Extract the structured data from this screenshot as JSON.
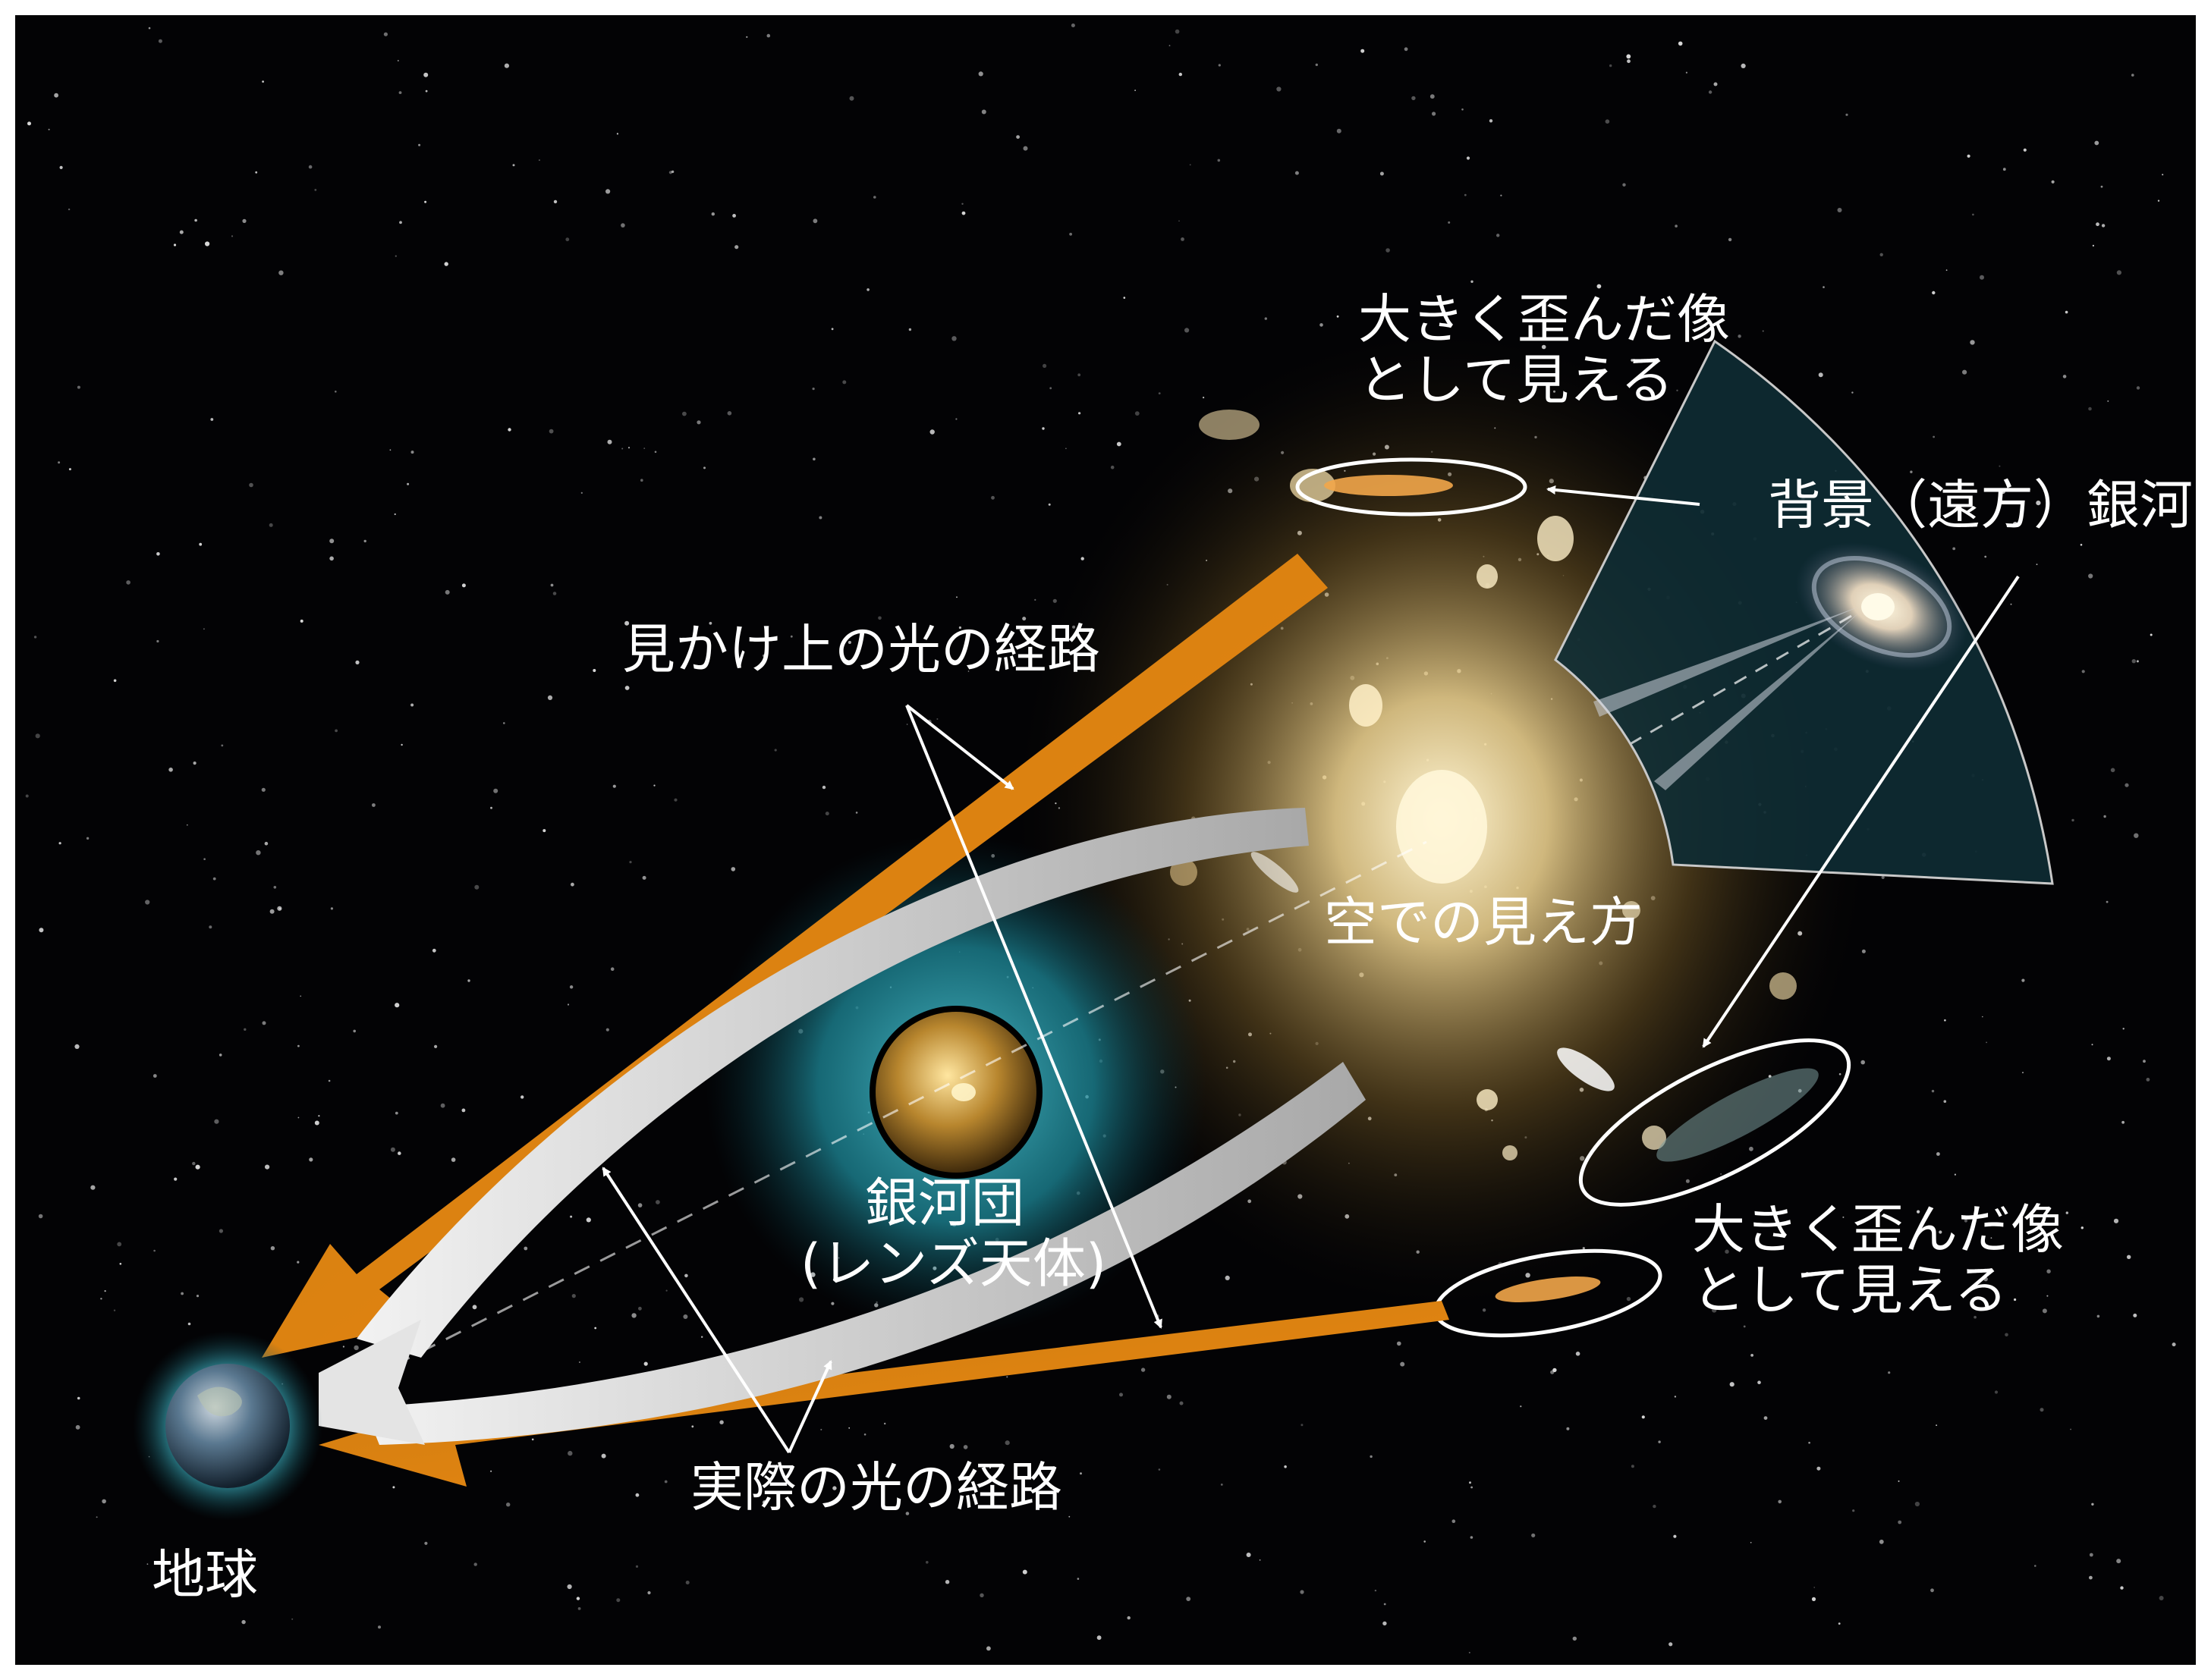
{
  "colors": {
    "background": "#030305",
    "orange_path": "#f08a12",
    "silver_path": "#dedede",
    "lens_glow": "#1d8a9a",
    "cluster_glow": "#f3d792",
    "label": "#ffffff"
  },
  "labels": {
    "distorted_image_top": [
      "大きく歪んだ像",
      "として見える"
    ],
    "background_galaxy": "背景（遠方）銀河",
    "apparent_light_path": "見かけ上の光の経路",
    "sky_view": "空での見え方",
    "cluster": [
      "銀河団",
      "(レンズ天体)"
    ],
    "distorted_image_bottom": [
      "大きく歪んだ像",
      "として見える"
    ],
    "actual_light_path": "実際の光の経路",
    "earth": "地球"
  }
}
